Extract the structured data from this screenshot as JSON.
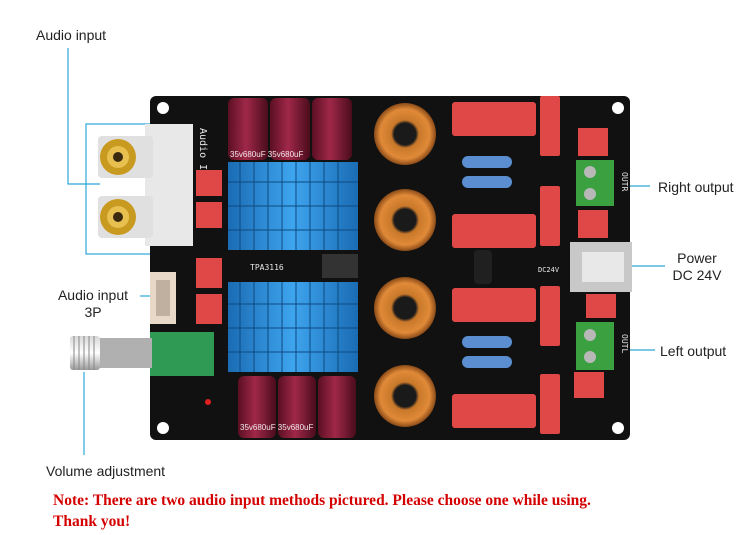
{
  "callouts": {
    "audio_input": "Audio input",
    "right_output": "Right output",
    "power_line1": "Power",
    "power_line2": "DC 24V",
    "audio_input_3p_line1": "Audio input",
    "audio_input_3p_line2": "3P",
    "left_output": "Left output",
    "volume_adjustment": "Volume adjustment"
  },
  "note": {
    "line1": "Note: There are two audio input methods pictured. Please choose one while using.",
    "line2": "Thank you!"
  },
  "silkscreen": {
    "audio_input_vertical": "Audio Input",
    "cap_top": "35v680uF  35v680uF",
    "cap_bottom": "35v680uF  35v680uF",
    "out_r": "OUTR",
    "out_l": "OUTL",
    "dc24v": "DC24V",
    "chip_mark": "TPA3116"
  },
  "colors": {
    "pcb": "#111111",
    "heatsink": "#2f8fd8",
    "capacitor": "#7a1830",
    "film_cap": "#e04848",
    "terminal": "#3aa040",
    "callout_line": "#2aa8d8",
    "note": "#d40000"
  }
}
